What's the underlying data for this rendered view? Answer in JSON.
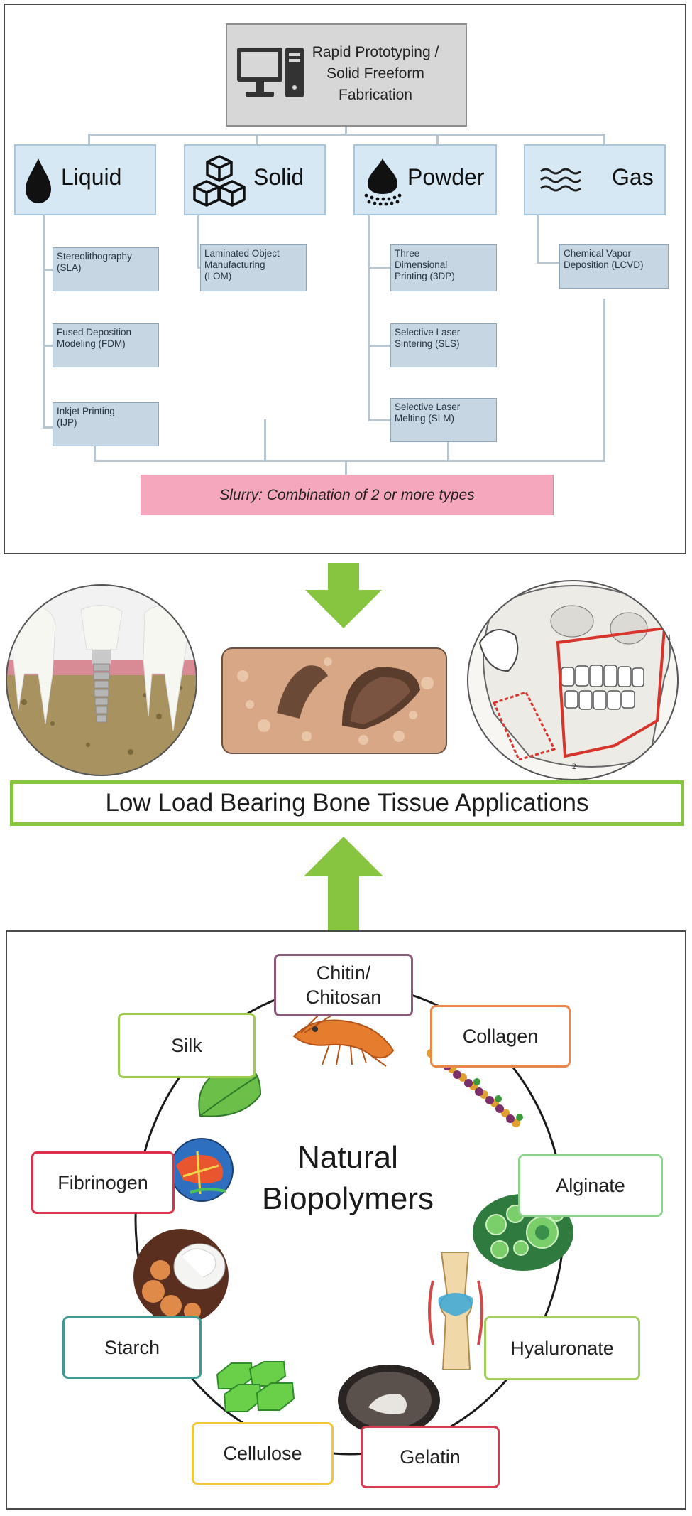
{
  "top": {
    "root_line1": "Rapid Prototyping /",
    "root_line2": "Solid Freeform",
    "root_line3": "Fabrication",
    "categories": {
      "liquid": "Liquid",
      "solid": "Solid",
      "powder": "Powder",
      "gas": "Gas"
    },
    "liquid_methods": [
      [
        "Stereolithography",
        "(SLA)"
      ],
      [
        "Fused Deposition",
        "Modeling (FDM)"
      ],
      [
        "Inkjet Printing",
        "(IJP)"
      ]
    ],
    "solid_methods": [
      [
        "Laminated Object",
        "Manufacturing",
        "(LOM)"
      ]
    ],
    "powder_methods": [
      [
        "Three",
        "Dimensional",
        "Printing (3DP)"
      ],
      [
        "Selective Laser",
        "Sintering (SLS)"
      ],
      [
        "Selective Laser",
        "Melting (SLM)"
      ]
    ],
    "gas_methods": [
      [
        "Chemical Vapor",
        "Deposition (LCVD)"
      ]
    ],
    "slurry": "Slurry: Combination of 2 or more types"
  },
  "middle": {
    "application": "Low Load Bearing Bone Tissue Applications",
    "skull_marks": [
      "1",
      "2"
    ]
  },
  "bottom": {
    "center_line1": "Natural",
    "center_line2": "Biopolymers",
    "polymers": {
      "chitin_line1": "Chitin/",
      "chitin_line2": "Chitosan",
      "silk": "Silk",
      "collagen": "Collagen",
      "fibrinogen": "Fibrinogen",
      "alginate": "Alginate",
      "starch": "Starch",
      "hyaluronate": "Hyaluronate",
      "cellulose": "Cellulose",
      "gelatin": "Gelatin"
    }
  },
  "colors": {
    "arrow_green": "#87c43f",
    "category_fill": "#d6e8f4",
    "method_fill": "#c6d6e2",
    "slurry_fill": "#f5a8bd",
    "chitin": "#8b5a7a",
    "silk": "#9ccc4a",
    "collagen": "#e8874a",
    "fibrinogen": "#d9324a",
    "alginate": "#8fd08f",
    "starch": "#3f9a94",
    "hyaluronate": "#a3d05c",
    "cellulose": "#f0c63c",
    "gelatin": "#d33d4f"
  }
}
